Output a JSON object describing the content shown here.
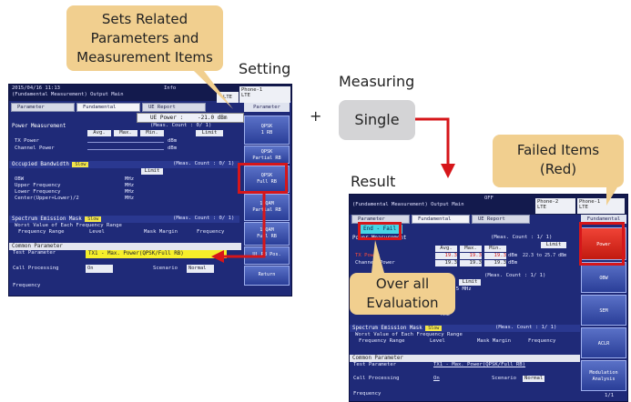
{
  "callouts": {
    "sets_related": "Sets Related\nParameters and\nMeasurement Items",
    "failed_items": "Failed Items\n(Red)",
    "overall_eval": "Over all\nEvaluation"
  },
  "labels": {
    "setting": "Setting",
    "measuring": "Measuring",
    "result": "Result",
    "plus": "+"
  },
  "single_button": "Single",
  "setting_screen": {
    "titlebar": "2015/04/16 11:13\n(Fundamental Measurement) Output Main",
    "info": "Info",
    "lte_tag": "LTE",
    "phone_tag": "Phone-1\nLTE",
    "tabs": [
      "Parameter",
      "Fundamental",
      "UE Report"
    ],
    "side_header": "Parameter",
    "ue_power_label": "UE Power :",
    "ue_power_value": "-21.0 dBm",
    "power_section": "Power Measurement",
    "meas_count": "(Meas. Count :    0/   1)",
    "col_heads": [
      "Avg.",
      "Max.",
      "Min.",
      "Limit"
    ],
    "tx_power": "TX Power",
    "channel_power": "Channel Power",
    "unit_dbm": "dBm",
    "obw_section": "Occupied Bandwidth",
    "obw_badge": "Slow",
    "obw_rows": [
      "OBW",
      "Upper Frequency",
      "Lower Frequency",
      "Center(Upper+Lower)/2"
    ],
    "unit_mhz": "MHz",
    "sem_section": "Spectrum Emission Mask",
    "sem_badge": "Slow",
    "sem_sub": "Worst Value of Each Frequency Range",
    "sem_cols": [
      "Frequency Range",
      "Level",
      "Mask Margin",
      "Frequency"
    ],
    "common_section": "Common Parameter",
    "test_param_label": "Test Parameter",
    "test_param_value": "TX1 - Max. Power(QPSK/Full RB)",
    "call_proc_label": "Call Processing",
    "call_proc_value": "On",
    "scenario_label": "Scenario",
    "scenario_value": "Normal",
    "frequency_label": "Frequency",
    "side_buttons": [
      "QPSK\n1 RB",
      "QPSK\nPartial RB",
      "QPSK\nFull RB",
      "16QAM\nPartial RB",
      "16QAM\nFull RB",
      "UL RB Pos.",
      "Return"
    ]
  },
  "result_screen": {
    "titlebar": "(Fundamental Measurement) Output Main",
    "off_tag": "OFF",
    "phone2_tag": "Phone-2\nLTE",
    "phone1_tag": "Phone-1\nLTE",
    "tabs": [
      "Parameter",
      "Fundamental",
      "UE Report"
    ],
    "side_header": "Fundamental",
    "eval_label": "End - Fail",
    "power_section": "Power Measurement",
    "meas_count": "(Meas. Count :    1/   1)",
    "col_heads": [
      "Avg.",
      "Max.",
      "Min.",
      "Limit"
    ],
    "tx_power": "TX Power",
    "channel_power": "Channel Power",
    "tx_vals": [
      "19.3",
      "19.3",
      "19.3"
    ],
    "ch_vals": [
      "19.3",
      "19.3",
      "19.3"
    ],
    "unit_dbm": "dBm",
    "limit_text": "22.3 to  25.7 dBm",
    "obw_count": "(Meas. Count :    1/   1)",
    "obw_limit": "Limit",
    "obw_limit_val": "1.5 MHz",
    "unit_mhz": "MHz",
    "sem_section": "Spectrum Emission Mask",
    "sem_badge": "Slow",
    "sem_count": "(Meas. Count :    1/   1)",
    "sem_sub": "Worst Value of Each Frequency Range",
    "sem_cols": [
      "Frequency Range",
      "Level",
      "Mask Margin",
      "Frequency"
    ],
    "common_section": "Common Parameter",
    "test_param_label": "Test Parameter",
    "test_param_value": "TX1 - Max. Power(QPSK/Full RB)",
    "call_proc_label": "Call Processing",
    "call_proc_value": "On",
    "scenario_label": "Scenario",
    "scenario_value": "Normal",
    "frequency_label": "Frequency",
    "side_buttons": [
      "Power",
      "OBW",
      "SEM",
      "ACLR",
      "Modulation\nAnalysis"
    ],
    "side_button_failed": [
      true,
      false,
      false,
      false,
      false
    ],
    "footer_num": "1/1"
  },
  "colors": {
    "callout": "#f1cf8f",
    "screen_bg": "#1f2a78",
    "highlight_red": "#d6161a",
    "fail_red": "#e63a2a",
    "yellow": "#f6ef2a"
  }
}
